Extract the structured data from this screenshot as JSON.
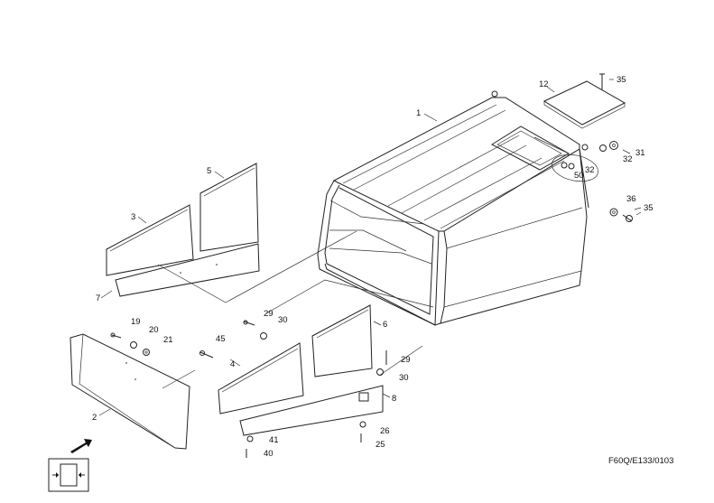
{
  "callouts": [
    {
      "id": "c1",
      "label": "1"
    },
    {
      "id": "c2",
      "label": "2"
    },
    {
      "id": "c3",
      "label": "3"
    },
    {
      "id": "c4",
      "label": "4"
    },
    {
      "id": "c5",
      "label": "5"
    },
    {
      "id": "c6",
      "label": "6"
    },
    {
      "id": "c7",
      "label": "7"
    },
    {
      "id": "c8",
      "label": "8"
    },
    {
      "id": "c12",
      "label": "12"
    },
    {
      "id": "c19",
      "label": "19"
    },
    {
      "id": "c20",
      "label": "20"
    },
    {
      "id": "c21",
      "label": "21"
    },
    {
      "id": "c25",
      "label": "25"
    },
    {
      "id": "c26",
      "label": "26"
    },
    {
      "id": "c29a",
      "label": "29"
    },
    {
      "id": "c29b",
      "label": "29"
    },
    {
      "id": "c30a",
      "label": "30"
    },
    {
      "id": "c30b",
      "label": "30"
    },
    {
      "id": "c31",
      "label": "31"
    },
    {
      "id": "c32a",
      "label": "32"
    },
    {
      "id": "c32b",
      "label": "32"
    },
    {
      "id": "c35a",
      "label": "35"
    },
    {
      "id": "c35b",
      "label": "35"
    },
    {
      "id": "c36",
      "label": "36"
    },
    {
      "id": "c40",
      "label": "40"
    },
    {
      "id": "c41",
      "label": "41"
    },
    {
      "id": "c45",
      "label": "45"
    },
    {
      "id": "c50",
      "label": "50"
    }
  ],
  "reference_code": "F60Q/E133/0103",
  "icons": {
    "direction": "arrow-icon",
    "view_orientation": "view-orientation-icon"
  }
}
